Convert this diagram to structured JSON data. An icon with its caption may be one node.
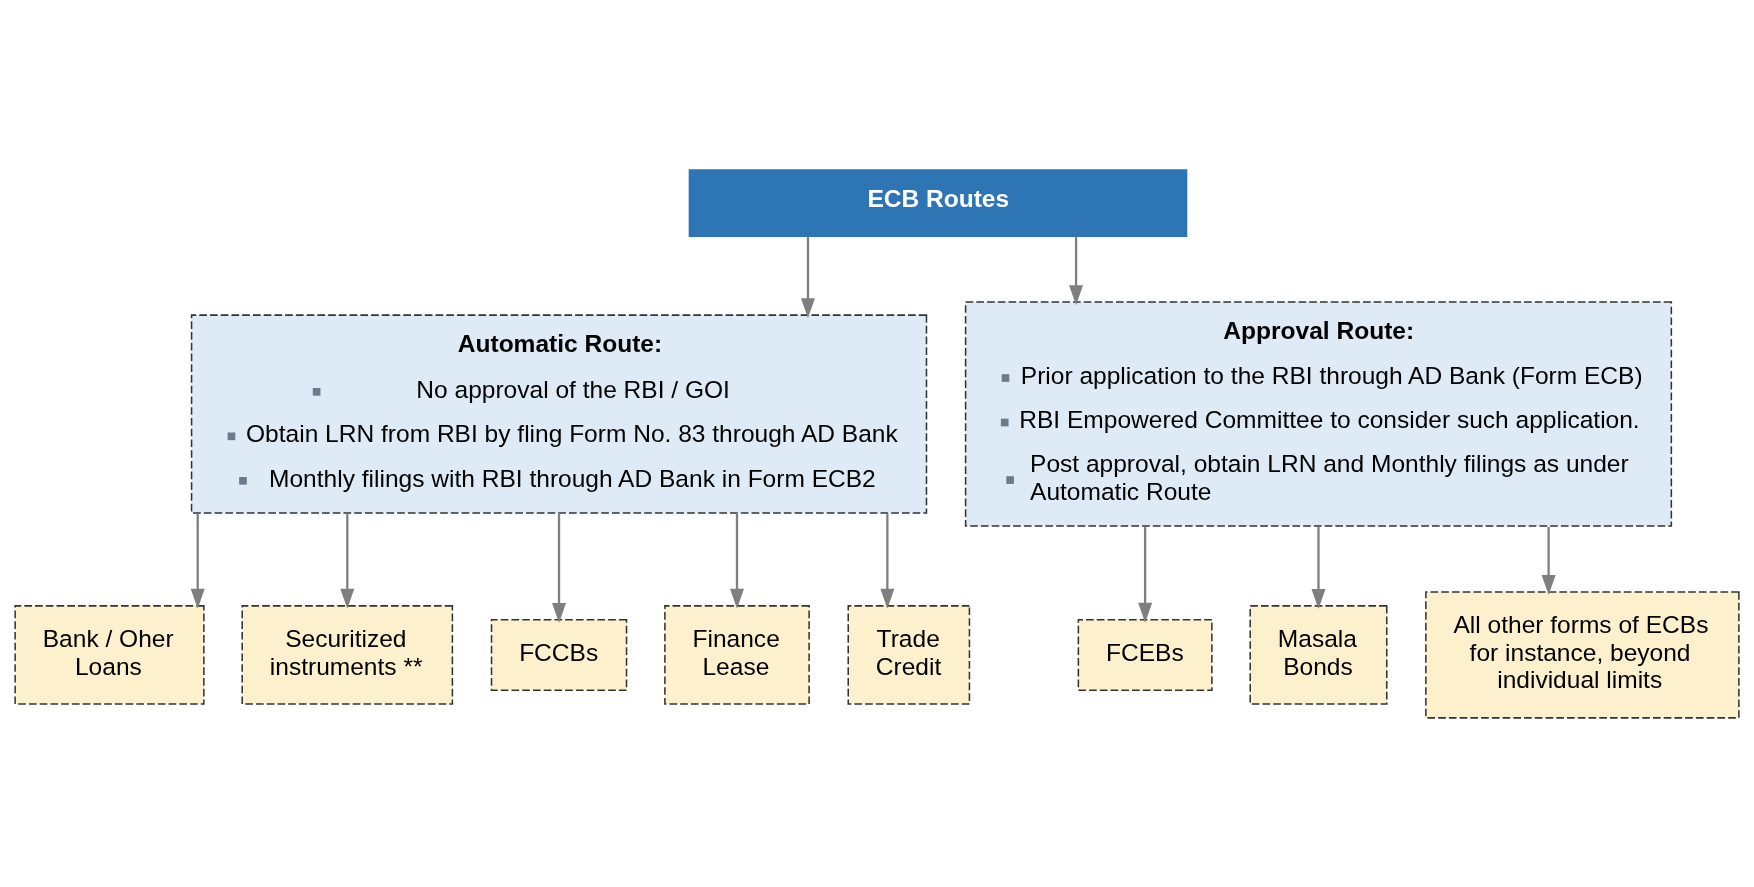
{
  "diagram": {
    "nodes": [
      {
        "text": [
          "ECB Routes"
        ]
      },
      {
        "text": [
          "Automatic Route:",
          "No approval of the RBI / GOI",
          "Obtain LRN from RBI by fling Form No. 83 through AD Bank",
          "Monthly filings with RBI through AD Bank in Form ECB2"
        ]
      },
      {
        "text": [
          "Approval Route:",
          "Prior application to the RBI through AD Bank (Form ECB)",
          "RBI Empowered Committee to consider such application.",
          "Post approval, obtain LRN and Monthly filings as under Automatic Route"
        ]
      },
      {
        "text": [
          "Bank / Oher Loans"
        ]
      },
      {
        "text": [
          "Securitized instruments **"
        ]
      },
      {
        "text": [
          "FCCBs"
        ]
      },
      {
        "text": [
          "Finance Lease"
        ]
      },
      {
        "text": [
          "Trade Credit"
        ]
      },
      {
        "text": [
          "FCEBs"
        ]
      },
      {
        "text": [
          "Masala Bonds"
        ]
      },
      {
        "text": [
          "All other forms of ECBs for instance, beyond individual limits"
        ]
      }
    ],
    "edges": [
      {
        "from": 0,
        "to": 1,
        "arrow": "to"
      },
      {
        "from": 0,
        "to": 2,
        "arrow": "to"
      },
      {
        "from": 1,
        "to": 3,
        "arrow": "to"
      },
      {
        "from": 1,
        "to": 4,
        "arrow": "to"
      },
      {
        "from": 1,
        "to": 5,
        "arrow": "to"
      },
      {
        "from": 1,
        "to": 6,
        "arrow": "to"
      },
      {
        "from": 1,
        "to": 7,
        "arrow": "to"
      },
      {
        "from": 2,
        "to": 8,
        "arrow": "to"
      },
      {
        "from": 2,
        "to": 9,
        "arrow": "to"
      },
      {
        "from": 2,
        "to": 10,
        "arrow": "to"
      }
    ]
  }
}
